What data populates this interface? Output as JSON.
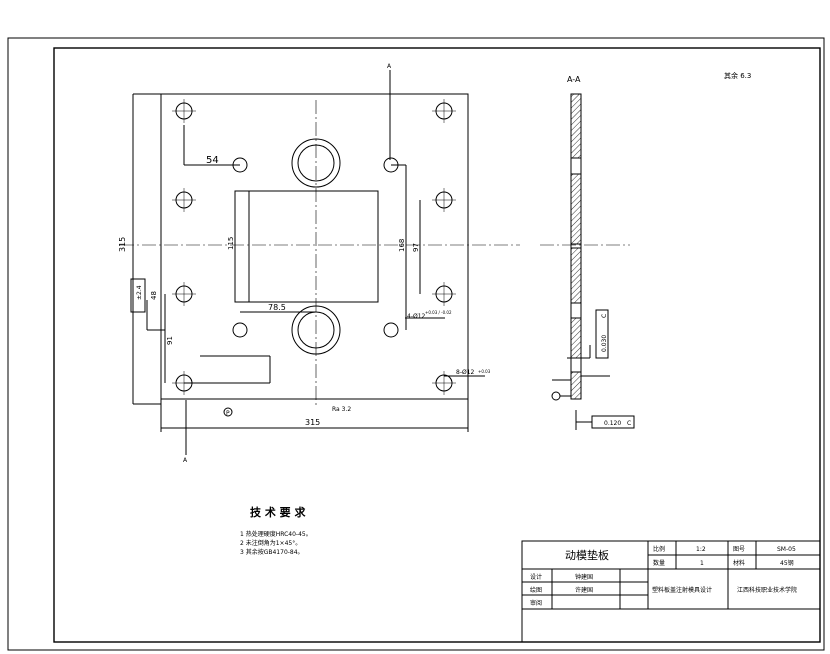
{
  "section": {
    "cut_mark": "A",
    "view_label": "A-A"
  },
  "dimensions": {
    "d54": "54",
    "d315_left": "315",
    "d315_bottom": "315",
    "d115": "115",
    "d168": "168",
    "d97": "97",
    "d78_5": "78.5",
    "d91": "91",
    "d48": "48",
    "hole_small": "4-Ø12",
    "hole_small_tol": "+0.03 / -0.02",
    "hole_big": "8-Ø12",
    "hole_big_tol": "+0.03",
    "ra_note": "Ra 3.2",
    "roughness_all": "其余 6.3",
    "datum": "C",
    "flatness_1": "0.030",
    "flatness_2": "0.120",
    "ref_mark": "P",
    "box_mark": "±2.4"
  },
  "tech": {
    "title": "技 术 要 求",
    "items": [
      "1  热处理硬度HRC40-45。",
      "2  未注倒角为1×45°。",
      "3  其余按GB4170-84。"
    ]
  },
  "title_block": {
    "part_name": "动模垫板",
    "ratio_label": "比例",
    "ratio_value": "1:2",
    "drawing_no_label": "图号",
    "drawing_no_value": "SM-05",
    "qty_label": "数量",
    "qty_value": "1",
    "material_label": "材料",
    "material_value": "45钢",
    "design_label": "设计",
    "design_name": "钟建国",
    "draw_label": "绘图",
    "draw_name": "许建国",
    "review_label": "审阅",
    "project": "塑料板盖注射模具设计",
    "school": "江西科技职业技术学院"
  }
}
